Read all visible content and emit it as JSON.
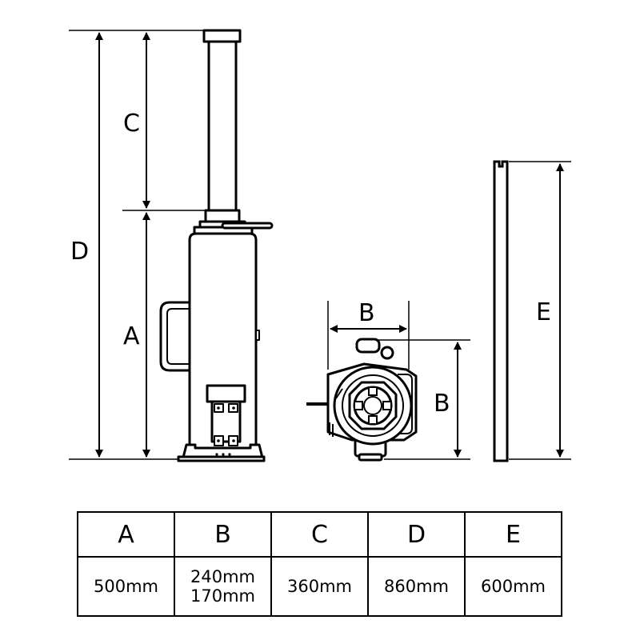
{
  "labels": {
    "a": "A",
    "b": "B",
    "c": "C",
    "d": "D",
    "e": "E"
  },
  "table": {
    "headers": [
      "A",
      "B",
      "C",
      "D",
      "E"
    ],
    "values": [
      {
        "line1": "500mm",
        "line2": ""
      },
      {
        "line1": "240mm",
        "line2": "170mm"
      },
      {
        "line1": "360mm",
        "line2": ""
      },
      {
        "line1": "860mm",
        "line2": ""
      },
      {
        "line1": "600mm",
        "line2": ""
      }
    ]
  }
}
